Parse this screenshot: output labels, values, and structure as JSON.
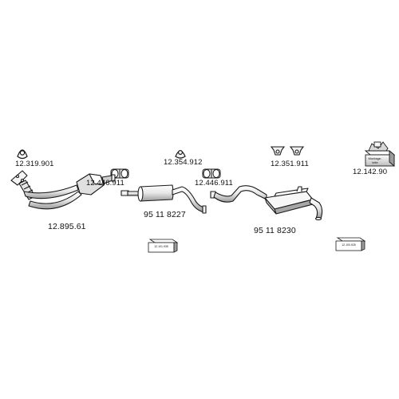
{
  "parts": {
    "ring_gasket": "12.319.901",
    "clamp_left": "12.446.911",
    "hanger_center": "12.354.912",
    "clamp_right": "12.446.911",
    "hangers_right": "12.351.911",
    "mounting_kit": "12.142.90",
    "front_pipe_cat": "12.895.61",
    "middle_silencer": "95 11 8227",
    "rear_silencer": "95 11 8230",
    "box_left": "12.101.935",
    "box_right": "12.100.925"
  },
  "kit_box_text": [
    "Montage-",
    "teile"
  ],
  "colors": {
    "outline": "#1a1a1a",
    "fill": "#f2f2f2",
    "shade": "#bdbdbd"
  }
}
